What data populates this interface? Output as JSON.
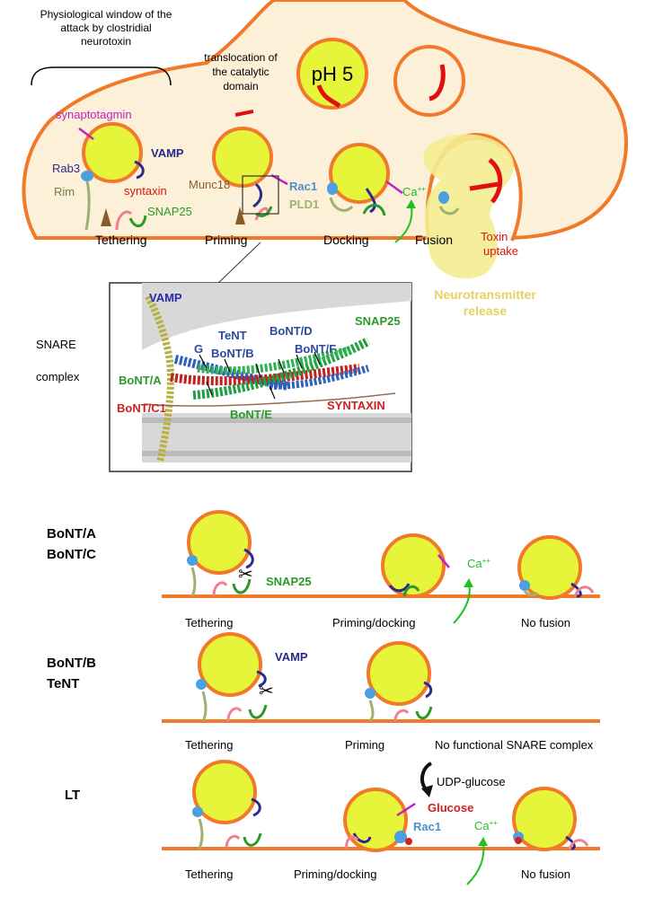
{
  "top": {
    "window_label": "Physiological window of the attack by clostridial neurotoxin",
    "window_lines": [
      "Physiological window of the",
      "attack by clostridial",
      "neurotoxin"
    ],
    "translocation_lines": [
      "translocation of",
      "the catalytic",
      "domain"
    ],
    "ph_label": "pH 5",
    "labels": {
      "synaptotagmin": "synaptotagmin",
      "vamp": "VAMP",
      "rab3": "Rab3",
      "rim": "Rim",
      "syntaxin": "syntaxin",
      "snap25": "SNAP25",
      "munc18": "Munc18",
      "rac1": "Rac1",
      "pld1": "PLD1",
      "ca": "Ca",
      "ca_sup": "++"
    },
    "stages": {
      "tethering": "Tethering",
      "priming": "Priming",
      "docking": "Docking",
      "fusion": "Fusion"
    },
    "toxin_uptake_lines": [
      "Toxin",
      "uptake"
    ],
    "neurotransmitter_lines": [
      "Neurotransmitter",
      "release"
    ]
  },
  "snare_box": {
    "side_label_lines": [
      "SNARE",
      "complex"
    ],
    "labels": {
      "vamp": "VAMP",
      "tent": "TeNT",
      "bont_d": "BoNT/D",
      "snap25": "SNAP25",
      "g": "G",
      "bont_b": "BoNT/B",
      "bont_f": "BoNT/F",
      "bont_a": "BoNT/A",
      "bont_c1": "BoNT/C1",
      "bont_e": "BoNT/E",
      "syntaxin": "SYNTAXIN"
    }
  },
  "panels": [
    {
      "title_lines": [
        "BoNT/A",
        "BoNT/C"
      ],
      "labels": {
        "snap25": "SNAP25",
        "ca": "Ca",
        "ca_sup": "++"
      },
      "stages": [
        "Tethering",
        "Priming/docking",
        "No fusion"
      ]
    },
    {
      "title_lines": [
        "BoNT/B",
        "TeNT"
      ],
      "labels": {
        "vamp": "VAMP"
      },
      "stages": [
        "Tethering",
        "Priming",
        "No functional SNARE complex"
      ]
    },
    {
      "title_lines": [
        "LT"
      ],
      "labels": {
        "udp_glucose": "UDP-glucose",
        "glucose": "Glucose",
        "rac1": "Rac1",
        "ca": "Ca",
        "ca_sup": "++"
      },
      "stages": [
        "Tethering",
        "Priming/docking",
        "No fusion"
      ]
    }
  ],
  "colors": {
    "terminal_fill": "#fdf0d8",
    "membrane": "#f07a2a",
    "vesicle_fill": "#e6f53a",
    "vamp": "#2a2a8c",
    "syntaxin": "#f08090",
    "snap25": "#2a9a2a",
    "synaptotagmin": "#c020c0",
    "toxin": "#e01010",
    "rab3": "#4aa0e0",
    "rim": "#a0b070",
    "munc18": "#8a5a2a",
    "neurotransmitter": "#f4ec90"
  }
}
